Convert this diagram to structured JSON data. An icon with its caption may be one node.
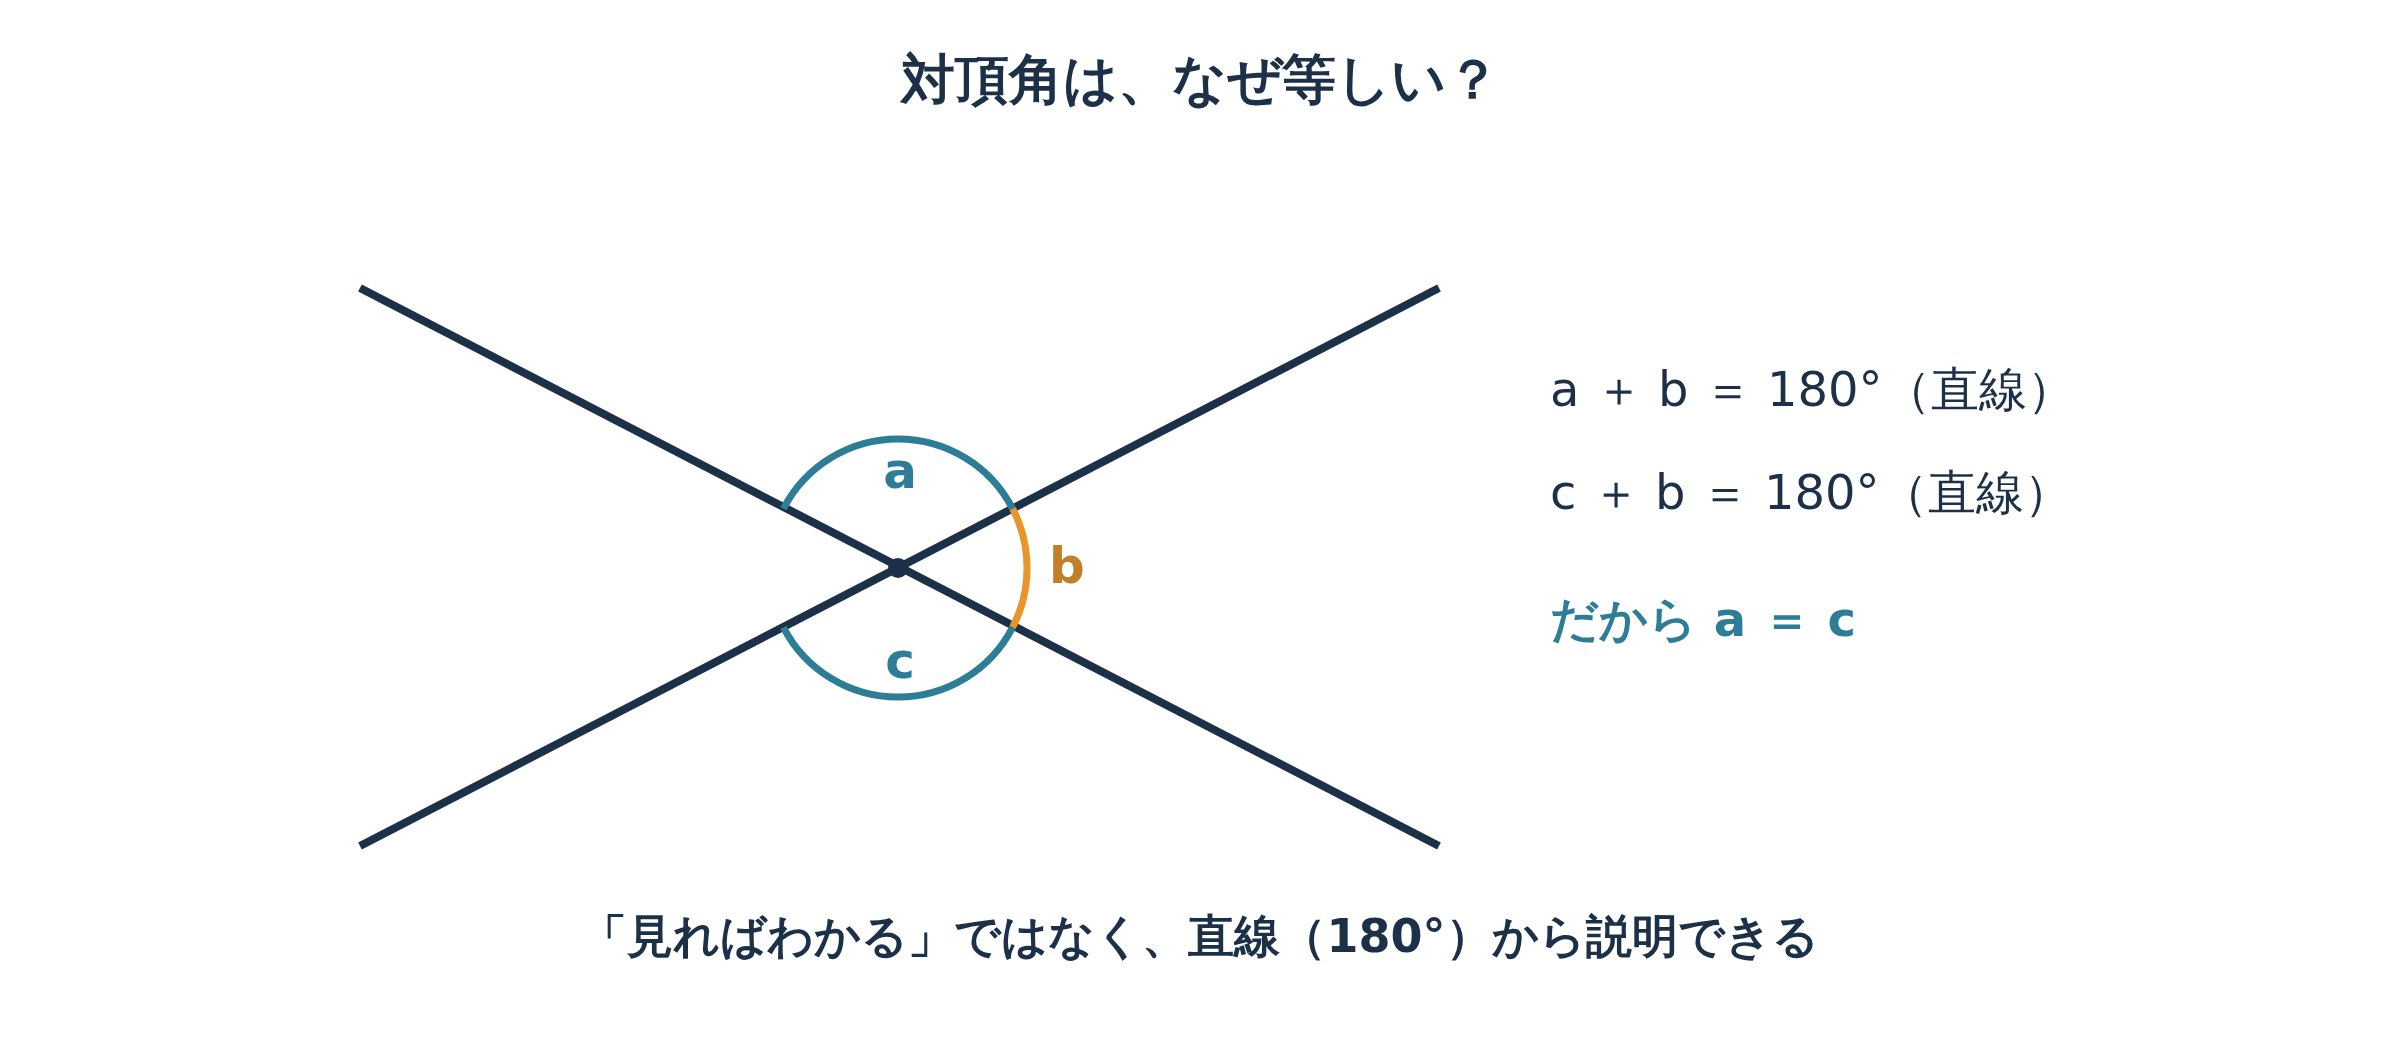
{
  "diagram": {
    "title": "対頂角は、なぜ等しい？",
    "caption": "「見ればわかる」ではなく、直線（180°）から説明できる",
    "labels": [
      "a",
      "b",
      "c",
      "a ＋ b ＝ 180°（直線）",
      "c ＋ b ＝ 180°（直線）",
      "だから a ＝ c"
    ]
  }
}
